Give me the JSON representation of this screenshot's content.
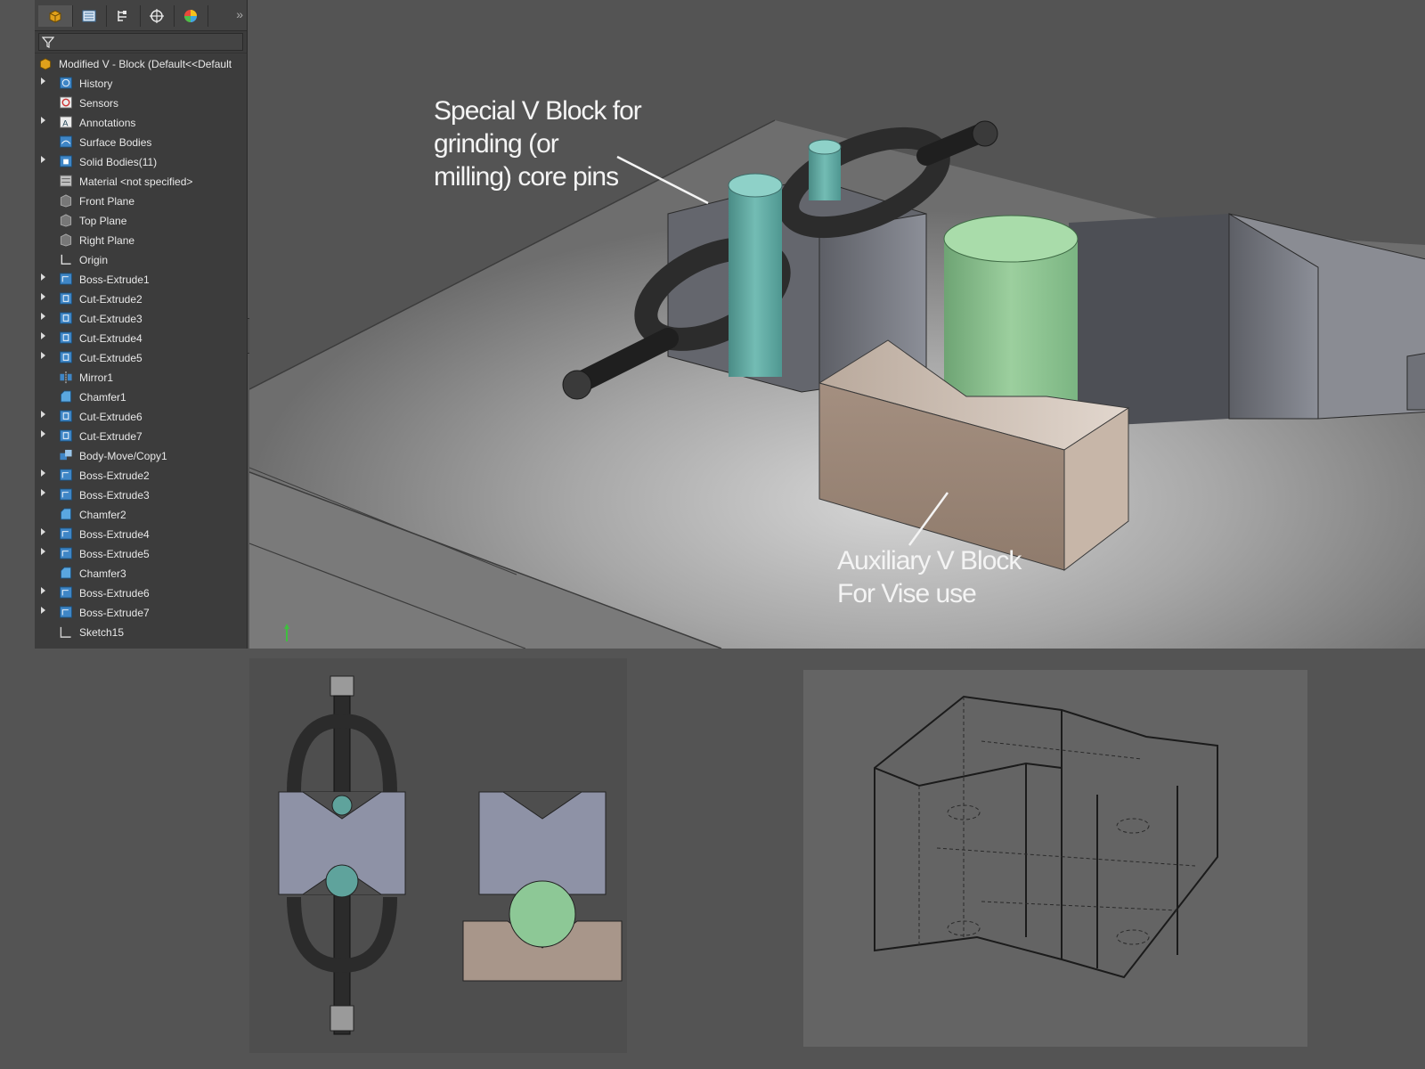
{
  "manager_tabs": [
    {
      "name": "featuremanager-tab",
      "icon": "part-icon",
      "active": true
    },
    {
      "name": "propertymanager-tab",
      "icon": "list-icon",
      "active": false
    },
    {
      "name": "configurationmanager-tab",
      "icon": "config-icon",
      "active": false
    },
    {
      "name": "dimxpertmanager-tab",
      "icon": "crosshair-icon",
      "active": false
    },
    {
      "name": "displaymanager-tab",
      "icon": "appearance-icon",
      "active": false
    }
  ],
  "tree": {
    "root_label": "Modified V - Block  (Default<<Default",
    "items": [
      {
        "label": "History",
        "icon": "history-icon",
        "expandable": true
      },
      {
        "label": "Sensors",
        "icon": "sensor-icon",
        "expandable": false
      },
      {
        "label": "Annotations",
        "icon": "annotation-icon",
        "expandable": true
      },
      {
        "label": "Surface Bodies",
        "icon": "surface-bodies-icon",
        "expandable": false
      },
      {
        "label": "Solid Bodies(11)",
        "icon": "solid-bodies-icon",
        "expandable": true
      },
      {
        "label": "Material <not specified>",
        "icon": "material-icon",
        "expandable": false
      },
      {
        "label": "Front Plane",
        "icon": "plane-icon",
        "expandable": false
      },
      {
        "label": "Top Plane",
        "icon": "plane-icon",
        "expandable": false
      },
      {
        "label": "Right Plane",
        "icon": "plane-icon",
        "expandable": false
      },
      {
        "label": "Origin",
        "icon": "origin-icon",
        "expandable": false
      },
      {
        "label": "Boss-Extrude1",
        "icon": "boss-extrude-icon",
        "expandable": true
      },
      {
        "label": "Cut-Extrude2",
        "icon": "cut-extrude-icon",
        "expandable": true
      },
      {
        "label": "Cut-Extrude3",
        "icon": "cut-extrude-icon",
        "expandable": true
      },
      {
        "label": "Cut-Extrude4",
        "icon": "cut-extrude-icon",
        "expandable": true
      },
      {
        "label": "Cut-Extrude5",
        "icon": "cut-extrude-icon",
        "expandable": true
      },
      {
        "label": "Mirror1",
        "icon": "mirror-icon",
        "expandable": false
      },
      {
        "label": "Chamfer1",
        "icon": "chamfer-icon",
        "expandable": false
      },
      {
        "label": "Cut-Extrude6",
        "icon": "cut-extrude-icon",
        "expandable": true
      },
      {
        "label": "Cut-Extrude7",
        "icon": "cut-extrude-icon",
        "expandable": true
      },
      {
        "label": "Body-Move/Copy1",
        "icon": "move-copy-icon",
        "expandable": false
      },
      {
        "label": "Boss-Extrude2",
        "icon": "boss-extrude-icon",
        "expandable": true
      },
      {
        "label": "Boss-Extrude3",
        "icon": "boss-extrude-icon",
        "expandable": true
      },
      {
        "label": "Chamfer2",
        "icon": "chamfer-icon",
        "expandable": false
      },
      {
        "label": "Boss-Extrude4",
        "icon": "boss-extrude-icon",
        "expandable": true
      },
      {
        "label": "Boss-Extrude5",
        "icon": "boss-extrude-icon",
        "expandable": true
      },
      {
        "label": "Chamfer3",
        "icon": "chamfer-icon",
        "expandable": false
      },
      {
        "label": "Boss-Extrude6",
        "icon": "boss-extrude-icon",
        "expandable": true
      },
      {
        "label": "Boss-Extrude7",
        "icon": "boss-extrude-icon",
        "expandable": true
      },
      {
        "label": "Sketch15",
        "icon": "sketch-icon",
        "expandable": false
      }
    ]
  },
  "annotations": {
    "special_lines": [
      "Special V Block for",
      "grinding (or",
      "milling) core pins"
    ],
    "aux_lines": [
      "Auxiliary V Block",
      "For Vise use"
    ]
  },
  "colors": {
    "background": "#545454",
    "panel": "#3c3c3c",
    "teal_pin": "#5fa39c",
    "green_pin": "#8dc896",
    "tan_block": "#a8968a",
    "steel_block": "#7f818a",
    "slate_block": "#8e92a6"
  }
}
